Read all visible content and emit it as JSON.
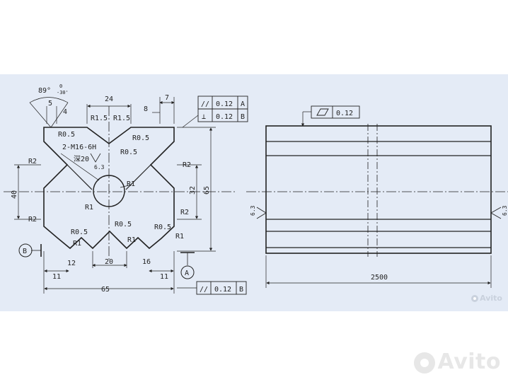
{
  "left_view": {
    "angle": "89°",
    "angle_tol_upper": "0",
    "angle_tol_lower": "-30'",
    "dim_5": "5",
    "dim_4": "4",
    "dim_24": "24",
    "dim_7": "7",
    "dim_8": "8",
    "r15_a": "R1.5",
    "r15_b": "R1.5",
    "r05_top_left": "R0.5",
    "r05_top_right": "R0.5",
    "r05_mid": "R0.5",
    "thread": "2-M16-6H",
    "depth": "深20",
    "roughness": "6.3",
    "r2_ul": "R2",
    "r2_ur": "R2",
    "r2_ll": "R2",
    "r2_lr": "R2",
    "r1_center": "R1",
    "r1_left": "R1",
    "dim_40": "40",
    "dim_32": "32",
    "dim_65_v": "65",
    "r05_b1": "R0.5",
    "r05_b2": "R0.5",
    "r05_b3": "R0.5",
    "r1_b1": "R1",
    "r1_b2": "R1",
    "r1_b3": "R1",
    "datum_b": "B",
    "datum_a": "A",
    "dim_11_l": "11",
    "dim_12": "12",
    "dim_20": "20",
    "dim_16": "16",
    "dim_11_r": "11",
    "dim_65_h": "65",
    "tol1_sym": "//",
    "tol1_val": "0.12",
    "tol1_ref": "A",
    "tol2_sym": "⊥",
    "tol2_val": "0.12",
    "tol2_ref": "B",
    "tol3_sym": "//",
    "tol3_val": "0.12",
    "tol3_ref": "B"
  },
  "right_view": {
    "flatness_val": "0.12",
    "roughness_left": "6.3",
    "roughness_right": "6.3",
    "length": "2500"
  },
  "watermark_small": "Avito",
  "watermark_large": "Avito"
}
